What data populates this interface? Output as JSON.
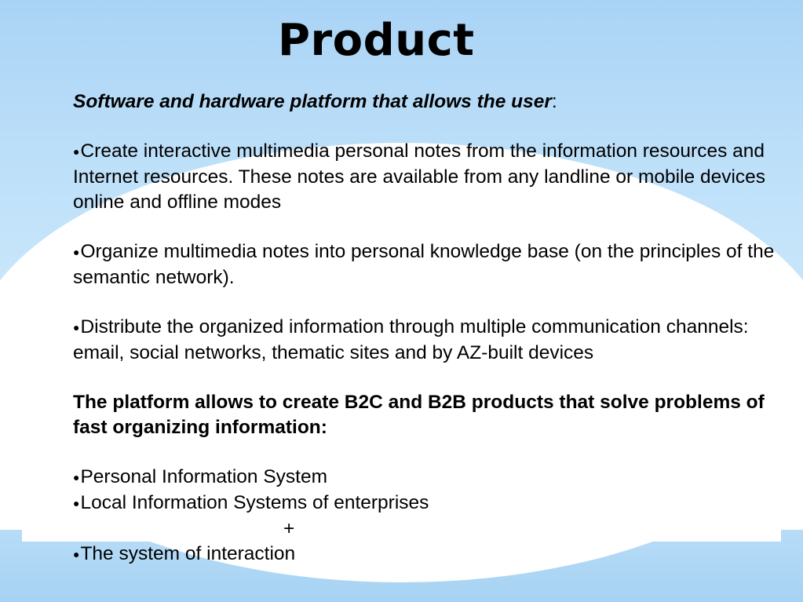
{
  "title": "Product",
  "intro": {
    "text": "Software and hardware platform that allows the user",
    "suffix": ":"
  },
  "bullets_top": [
    {
      "text": "Create interactive multimedia personal notes from the information resources and Internet resources. These notes are available from any landline or mobile devices online and offline modes"
    },
    {
      "text": "Organize multimedia notes into personal knowledge base (on the principles of the semantic network)."
    },
    {
      "text": "Distribute the organized information through multiple communication channels: email, social networks, thematic sites and by AZ-built devices"
    }
  ],
  "platform_statement": "The platform allows to create B2C and B2B products that solve problems of fast organizing information:",
  "bullets_bottom": [
    {
      "text": "Personal Information System"
    },
    {
      "text": "Local Information Systems of enterprises"
    }
  ],
  "plus": "+",
  "bullet_last": {
    "text": "The system of interaction"
  },
  "bullet_glyph": "●"
}
